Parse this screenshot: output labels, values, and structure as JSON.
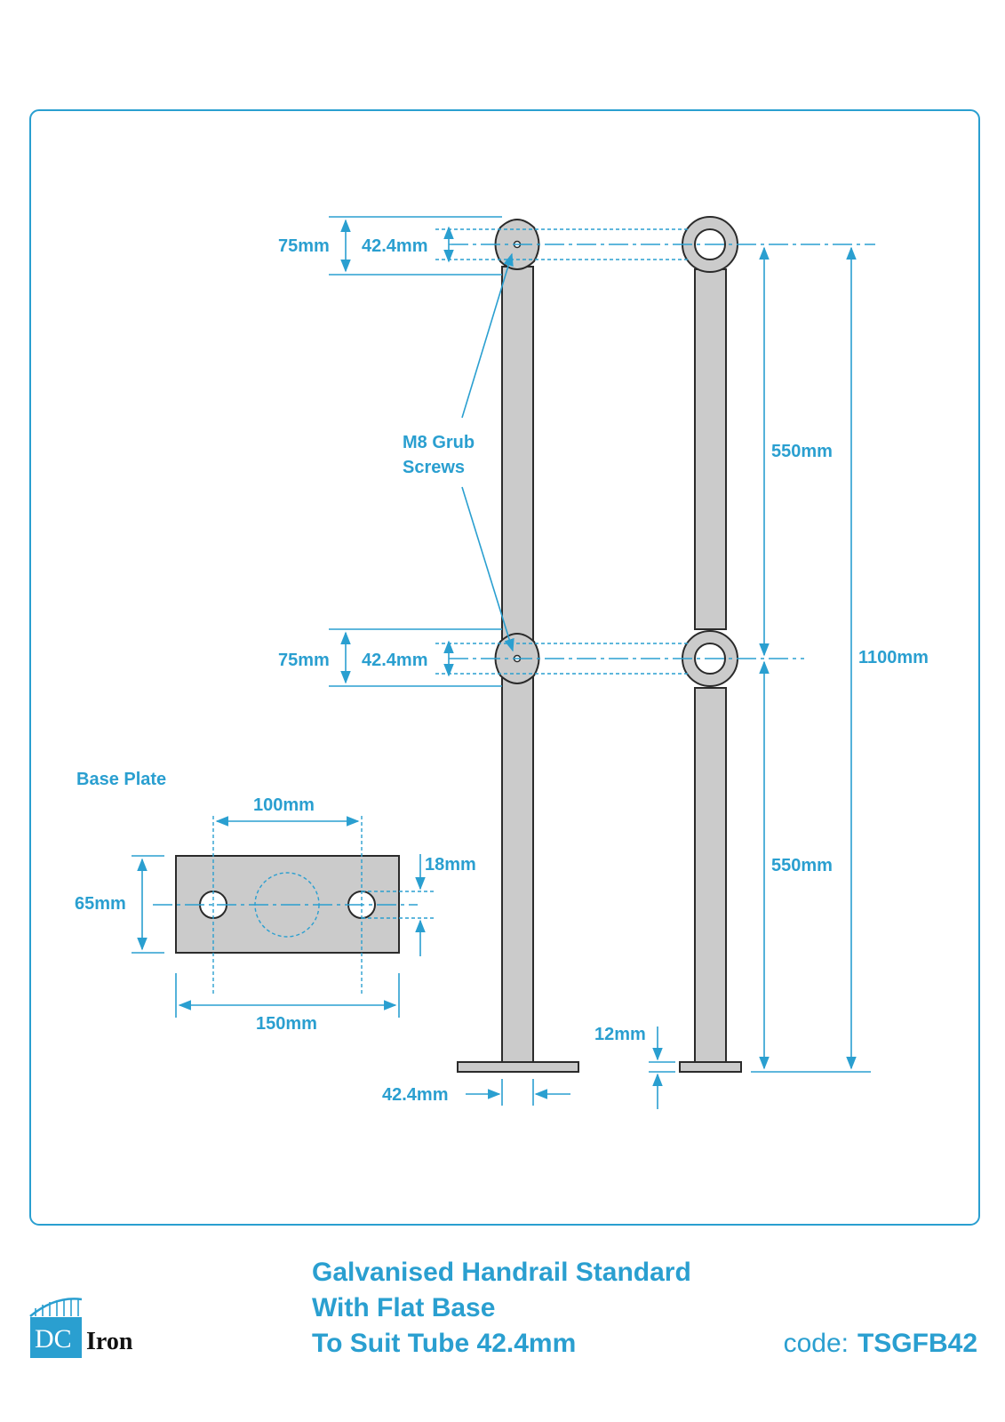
{
  "drawing": {
    "labels": {
      "top_fitting_height": "75mm",
      "top_tube_dia": "42.4mm",
      "mid_fitting_height": "75mm",
      "mid_tube_dia": "42.4mm",
      "grub_screws_line1": "M8 Grub",
      "grub_screws_line2": "Screws",
      "upper_span": "550mm",
      "lower_span": "550mm",
      "total_height": "1100mm",
      "base_plate_title": "Base Plate",
      "hole_spacing": "100mm",
      "plate_width": "65mm",
      "hole_size": "18mm",
      "plate_length": "150mm",
      "plate_thickness": "12mm",
      "tube_dia_bottom": "42.4mm"
    }
  },
  "footer": {
    "title_line1": "Galvanised Handrail Standard",
    "title_line2": "With Flat Base",
    "title_line3": "To Suit Tube 42.4mm",
    "code_label": "code:",
    "code_value": "TSGFB42",
    "logo_dc": "DC",
    "logo_iron": "Iron"
  },
  "colors": {
    "accent": "#2a9fd0",
    "metal": "#cbcbcb",
    "outline": "#2b2b2b"
  }
}
